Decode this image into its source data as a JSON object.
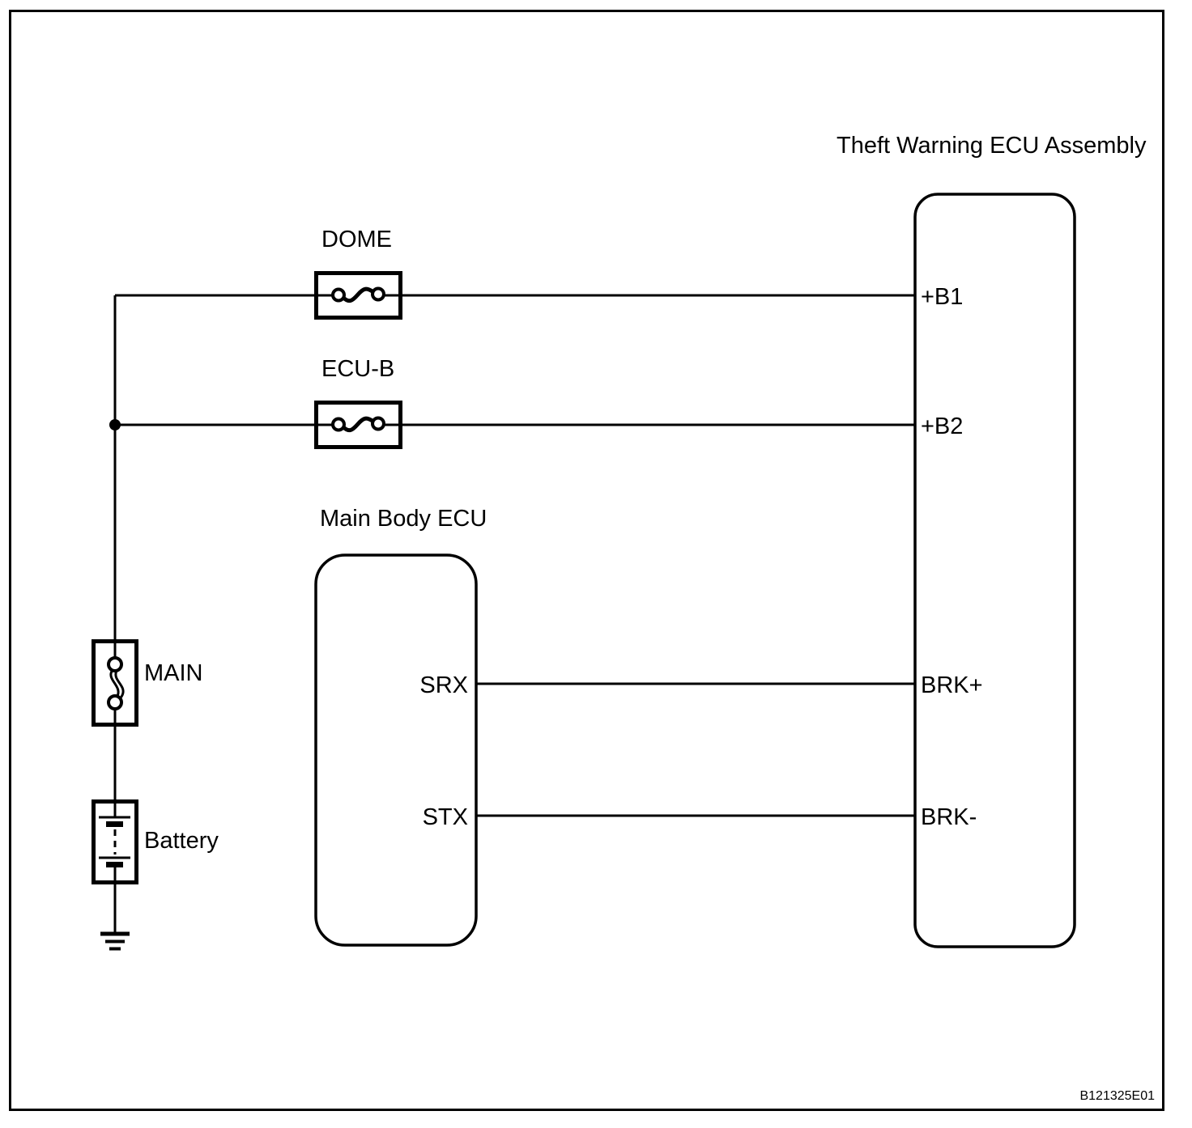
{
  "title": "Theft Warning ECU Assembly",
  "doc_code": "B121325E01",
  "labels": {
    "dome_fuse": "DOME",
    "ecu_b_fuse": "ECU-B",
    "main_body_ecu": "Main Body ECU",
    "main_fusible_link": "MAIN",
    "battery": "Battery"
  },
  "pins": {
    "main_body_ecu": {
      "srx": "SRX",
      "stx": "STX"
    },
    "theft_warning_ecu": {
      "b1": "+B1",
      "b2": "+B2",
      "brk_plus": "BRK+",
      "brk_minus": "BRK-"
    }
  },
  "connections": [
    {
      "from": "Battery (+) via MAIN fusible link",
      "to": "DOME fuse",
      "then": "Theft Warning ECU +B1"
    },
    {
      "from": "Battery (+) via MAIN fusible link",
      "to": "ECU-B fuse",
      "then": "Theft Warning ECU +B2"
    },
    {
      "from": "Main Body ECU SRX",
      "to": "Theft Warning ECU BRK+"
    },
    {
      "from": "Main Body ECU STX",
      "to": "Theft Warning ECU BRK-"
    },
    {
      "from": "Battery (-)",
      "to": "Ground"
    }
  ],
  "colors": {
    "line": "#000000",
    "background": "#ffffff"
  }
}
